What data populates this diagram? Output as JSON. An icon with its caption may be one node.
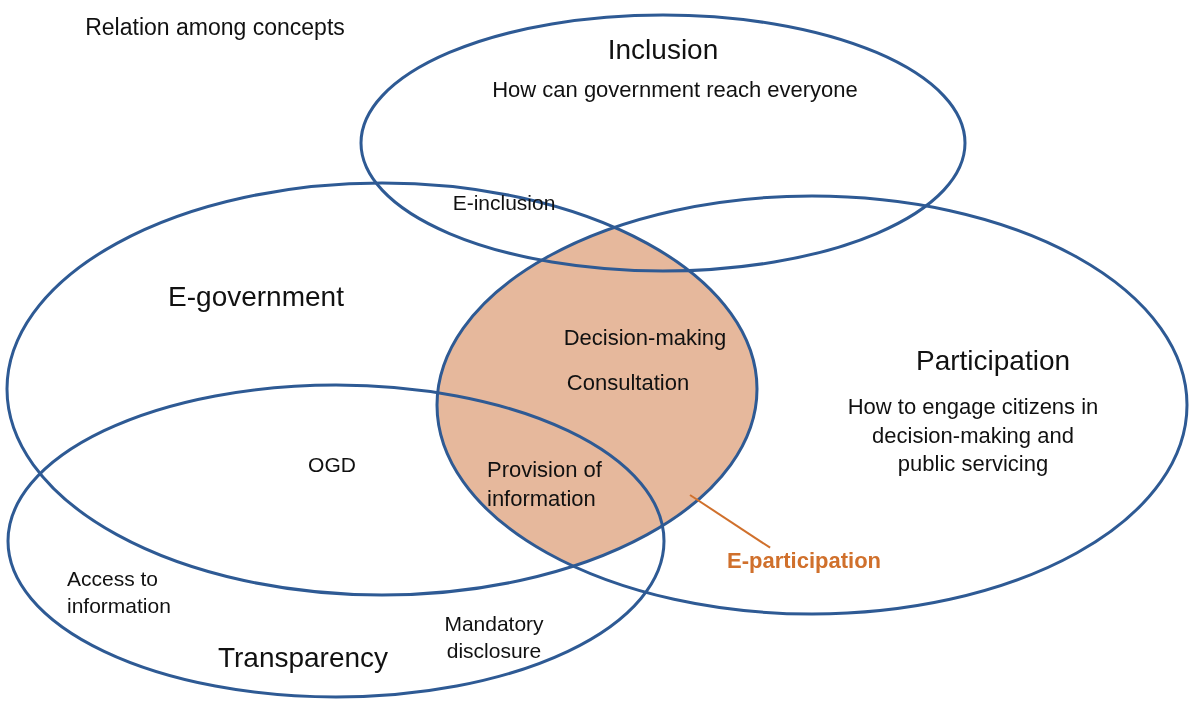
{
  "diagram": {
    "title": "Relation among concepts",
    "nodes": [
      {
        "text": [
          "Inclusion",
          "How can government reach everyone"
        ]
      },
      {
        "text": [
          "E-government"
        ]
      },
      {
        "text": [
          "Participation",
          "How to engage citizens in decision-making and public servicing"
        ]
      },
      {
        "text": [
          "Transparency"
        ]
      },
      {
        "text": [
          "Decision-making",
          "Consultation",
          "Provision of information"
        ]
      },
      {
        "text": [
          "E-participation"
        ],
        "in": 2
      }
    ],
    "edges": [
      {
        "from": 5,
        "to": 4,
        "arrow": "none",
        "color": "#d0702c"
      }
    ],
    "labels": [
      "E-inclusion",
      "OGD",
      "Access to information",
      "Mandatory disclosure"
    ]
  }
}
